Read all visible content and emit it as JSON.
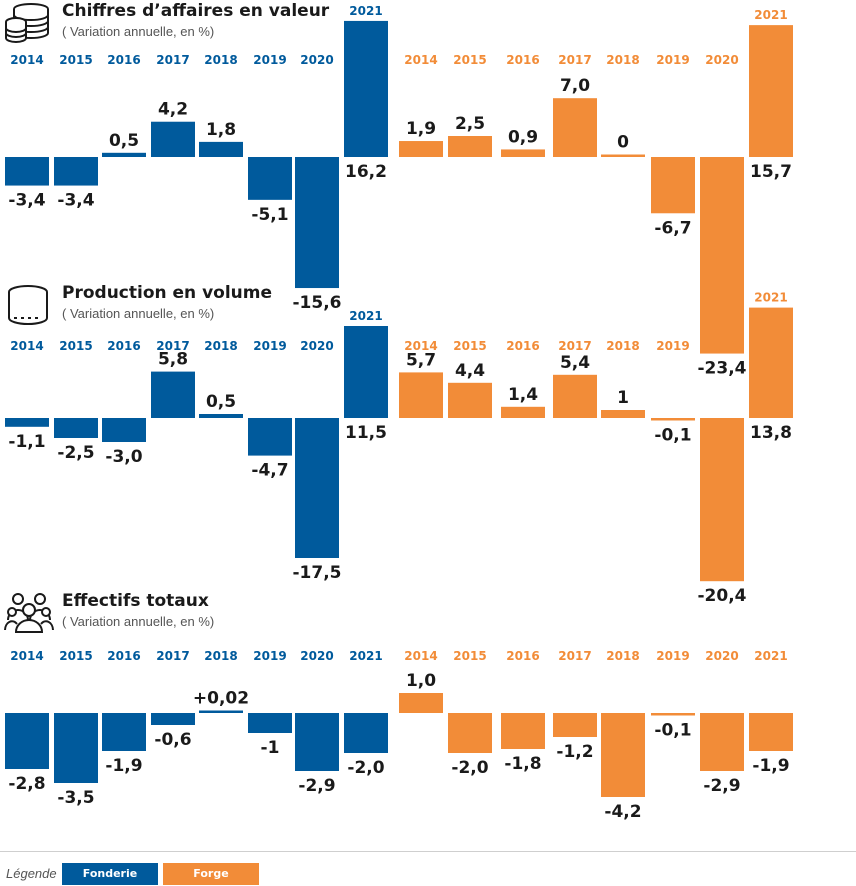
{
  "colors": {
    "fonderie": "#005a9c",
    "forge": "#f28c38",
    "text": "#1a1a1a"
  },
  "panels": [
    {
      "title": "Chiffres d’affaires en valeur",
      "subtitle": "( Variation annuelle, en %)",
      "icon": "coins-icon"
    },
    {
      "title": "Production en volume",
      "subtitle": "( Variation annuelle, en %)",
      "icon": "cylinder-icon"
    },
    {
      "title": "Effectifs totaux",
      "subtitle": "( Variation annuelle, en %)",
      "icon": "people-icon"
    }
  ],
  "legend": {
    "label": "Légende",
    "fonderie": "Fonderie",
    "forge": "Forge"
  },
  "chart_data": [
    {
      "type": "bar",
      "title": "Chiffres d’affaires en valeur",
      "subtitle": "( Variation annuelle, en %)",
      "categories": [
        "2014",
        "2015",
        "2016",
        "2017",
        "2018",
        "2019",
        "2020",
        "2021"
      ],
      "series": [
        {
          "name": "Fonderie",
          "values": [
            -3.4,
            -3.4,
            0.5,
            4.2,
            1.8,
            -5.1,
            -15.6,
            16.2
          ],
          "labels": [
            "-3,4",
            "-3,4",
            "0,5",
            "4,2",
            "1,8",
            "-5,1",
            "-15,6",
            "16,2"
          ]
        },
        {
          "name": "Forge",
          "values": [
            1.9,
            2.5,
            0.9,
            7.0,
            0,
            -6.7,
            -23.4,
            15.7
          ],
          "labels": [
            "1,9",
            "2,5",
            "0,9",
            "7,0",
            "0",
            "-6,7",
            "-23,4",
            "15,7"
          ]
        }
      ]
    },
    {
      "type": "bar",
      "title": "Production en volume",
      "subtitle": "( Variation annuelle, en %)",
      "categories": [
        "2014",
        "2015",
        "2016",
        "2017",
        "2018",
        "2019",
        "2020",
        "2021"
      ],
      "series": [
        {
          "name": "Fonderie",
          "values": [
            -1.1,
            -2.5,
            -3.0,
            5.8,
            0.5,
            -4.7,
            -17.5,
            11.5
          ],
          "labels": [
            "-1,1",
            "-2,5",
            "-3,0",
            "5,8",
            "0,5",
            "-4,7",
            "-17,5",
            "11,5"
          ]
        },
        {
          "name": "Forge",
          "values": [
            5.7,
            4.4,
            1.4,
            5.4,
            1,
            -0.1,
            -20.4,
            13.8
          ],
          "labels": [
            "5,7",
            "4,4",
            "1,4",
            "5,4",
            "1",
            "-0,1",
            "-20,4",
            "13,8"
          ]
        }
      ]
    },
    {
      "type": "bar",
      "title": "Effectifs totaux",
      "subtitle": "( Variation annuelle, en %)",
      "categories": [
        "2014",
        "2015",
        "2016",
        "2017",
        "2018",
        "2019",
        "2020",
        "2021"
      ],
      "series": [
        {
          "name": "Fonderie",
          "values": [
            -2.8,
            -3.5,
            -1.9,
            -0.6,
            0.02,
            -1,
            -2.9,
            -2.0
          ],
          "labels": [
            "-2,8",
            "-3,5",
            "-1,9",
            "-0,6",
            "+0,02",
            "-1",
            "-2,9",
            "-2,0"
          ]
        },
        {
          "name": "Forge",
          "values": [
            1.0,
            -2.0,
            -1.8,
            -1.2,
            -4.2,
            -0.1,
            -2.9,
            -1.9
          ],
          "labels": [
            "1,0",
            "-2,0",
            "-1,8",
            "-1,2",
            "-4,2",
            "-0,1",
            "-2,9",
            "-1,9"
          ]
        }
      ]
    }
  ]
}
